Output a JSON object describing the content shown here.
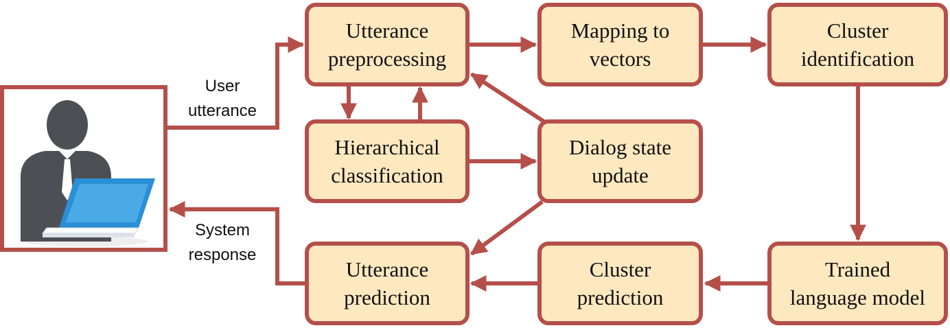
{
  "colors": {
    "box_fill": "#fde8bf",
    "border": "#b54f4a",
    "arrow": "#b54f4a",
    "laptop_blue": "#2a8fd6",
    "user_gray": "#4d4f55"
  },
  "icons": {
    "user": "user-at-laptop-icon"
  },
  "nodes": {
    "utterance_preprocessing": {
      "line1": "Utterance",
      "line2": "preprocessing"
    },
    "mapping_to_vectors": {
      "line1": "Mapping to",
      "line2": "vectors"
    },
    "cluster_identification": {
      "line1": "Cluster",
      "line2": "identification"
    },
    "hierarchical_classification": {
      "line1": "Hierarchical",
      "line2": "classification"
    },
    "dialog_state_update": {
      "line1": "Dialog state",
      "line2": "update"
    },
    "utterance_prediction": {
      "line1": "Utterance",
      "line2": "prediction"
    },
    "cluster_prediction": {
      "line1": "Cluster",
      "line2": "prediction"
    },
    "trained_language_model": {
      "line1": "Trained",
      "line2": "language model"
    }
  },
  "edge_labels": {
    "user_utterance": {
      "line1": "User",
      "line2": "utterance"
    },
    "system_response": {
      "line1": "System",
      "line2": "response"
    }
  }
}
